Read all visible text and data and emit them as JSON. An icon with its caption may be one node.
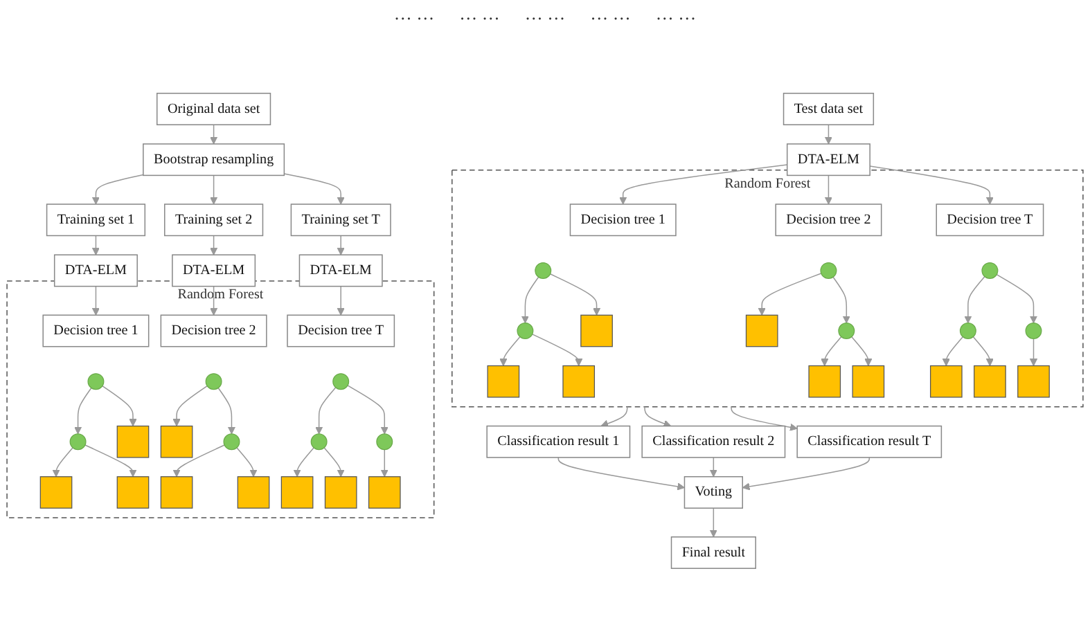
{
  "diagram": {
    "nodes": [
      {
        "text": [
          "Original data set"
        ]
      },
      {
        "text": [
          "Bootstrap resampling"
        ]
      },
      {
        "text": [
          "Training set 1"
        ]
      },
      {
        "text": [
          "Training set 2"
        ]
      },
      {
        "text": [
          "Training set T"
        ]
      },
      {
        "text": [
          "DTA-ELM"
        ]
      },
      {
        "text": [
          "DTA-ELM"
        ]
      },
      {
        "text": [
          "DTA-ELM"
        ]
      },
      {
        "text": [
          "Random Forest"
        ]
      },
      {
        "text": [
          "Decision tree 1"
        ],
        "in": 8
      },
      {
        "text": [
          "Decision tree 2"
        ],
        "in": 8
      },
      {
        "text": [
          "Decision tree T"
        ],
        "in": 8
      },
      {
        "text": [],
        "shape": "circle",
        "in": 8
      },
      {
        "text": [],
        "shape": "circle",
        "in": 8
      },
      {
        "text": [],
        "shape": "box",
        "in": 8
      },
      {
        "text": [],
        "shape": "box",
        "in": 8
      },
      {
        "text": [],
        "shape": "box",
        "in": 8
      },
      {
        "text": [],
        "shape": "circle",
        "in": 8
      },
      {
        "text": [],
        "shape": "box",
        "in": 8
      },
      {
        "text": [],
        "shape": "circle",
        "in": 8
      },
      {
        "text": [],
        "shape": "box",
        "in": 8
      },
      {
        "text": [],
        "shape": "box",
        "in": 8
      },
      {
        "text": [],
        "shape": "circle",
        "in": 8
      },
      {
        "text": [],
        "shape": "circle",
        "in": 8
      },
      {
        "text": [],
        "shape": "circle",
        "in": 8
      },
      {
        "text": [],
        "shape": "box",
        "in": 8
      },
      {
        "text": [],
        "shape": "box",
        "in": 8
      },
      {
        "text": [],
        "shape": "box",
        "in": 8
      },
      {
        "text": [
          "Test data set"
        ]
      },
      {
        "text": [
          "DTA-ELM"
        ]
      },
      {
        "text": [
          "Random Forest"
        ]
      },
      {
        "text": [
          "Decision tree 1"
        ],
        "in": 30
      },
      {
        "text": [
          "Decision tree 2"
        ],
        "in": 30
      },
      {
        "text": [
          "Decision tree T"
        ],
        "in": 30
      },
      {
        "text": [],
        "shape": "circle",
        "in": 30
      },
      {
        "text": [],
        "shape": "circle",
        "in": 30
      },
      {
        "text": [],
        "shape": "box",
        "in": 30
      },
      {
        "text": [],
        "shape": "box",
        "in": 30
      },
      {
        "text": [],
        "shape": "box",
        "in": 30
      },
      {
        "text": [],
        "shape": "circle",
        "in": 30
      },
      {
        "text": [],
        "shape": "box",
        "in": 30
      },
      {
        "text": [],
        "shape": "circle",
        "in": 30
      },
      {
        "text": [],
        "shape": "box",
        "in": 30
      },
      {
        "text": [],
        "shape": "box",
        "in": 30
      },
      {
        "text": [],
        "shape": "circle",
        "in": 30
      },
      {
        "text": [],
        "shape": "circle",
        "in": 30
      },
      {
        "text": [],
        "shape": "circle",
        "in": 30
      },
      {
        "text": [],
        "shape": "box",
        "in": 30
      },
      {
        "text": [],
        "shape": "box",
        "in": 30
      },
      {
        "text": [],
        "shape": "box",
        "in": 30
      },
      {
        "text": [
          "Classification result 1"
        ]
      },
      {
        "text": [
          "Classification result 2"
        ]
      },
      {
        "text": [
          "Classification result T"
        ]
      },
      {
        "text": [
          "Voting"
        ]
      },
      {
        "text": [
          "Final result"
        ]
      }
    ],
    "edges": [
      {
        "from": 0,
        "to": 1,
        "arrow": "to"
      },
      {
        "from": 1,
        "to": 2,
        "arrow": "to"
      },
      {
        "from": 1,
        "to": 3,
        "arrow": "to"
      },
      {
        "from": 1,
        "to": 4,
        "arrow": "to"
      },
      {
        "from": 2,
        "to": 5,
        "arrow": "to"
      },
      {
        "from": 3,
        "to": 6,
        "arrow": "to"
      },
      {
        "from": 4,
        "to": 7,
        "arrow": "to"
      },
      {
        "from": 5,
        "to": 9,
        "arrow": "to"
      },
      {
        "from": 6,
        "to": 10,
        "arrow": "to"
      },
      {
        "from": 7,
        "to": 11,
        "arrow": "to"
      },
      {
        "from": 12,
        "to": 13,
        "arrow": "to"
      },
      {
        "from": 12,
        "to": 14,
        "arrow": "to"
      },
      {
        "from": 13,
        "to": 15,
        "arrow": "to"
      },
      {
        "from": 13,
        "to": 16,
        "arrow": "to"
      },
      {
        "from": 17,
        "to": 18,
        "arrow": "to"
      },
      {
        "from": 17,
        "to": 19,
        "arrow": "to"
      },
      {
        "from": 19,
        "to": 20,
        "arrow": "to"
      },
      {
        "from": 19,
        "to": 21,
        "arrow": "to"
      },
      {
        "from": 22,
        "to": 23,
        "arrow": "to"
      },
      {
        "from": 22,
        "to": 24,
        "arrow": "to"
      },
      {
        "from": 23,
        "to": 25,
        "arrow": "to"
      },
      {
        "from": 23,
        "to": 26,
        "arrow": "to"
      },
      {
        "from": 24,
        "to": 27,
        "arrow": "to"
      },
      {
        "from": 28,
        "to": 29,
        "arrow": "to"
      },
      {
        "from": 29,
        "to": 31,
        "arrow": "to"
      },
      {
        "from": 29,
        "to": 32,
        "arrow": "to"
      },
      {
        "from": 29,
        "to": 33,
        "arrow": "to"
      },
      {
        "from": 34,
        "to": 35,
        "arrow": "to"
      },
      {
        "from": 34,
        "to": 36,
        "arrow": "to"
      },
      {
        "from": 35,
        "to": 37,
        "arrow": "to"
      },
      {
        "from": 35,
        "to": 38,
        "arrow": "to"
      },
      {
        "from": 39,
        "to": 40,
        "arrow": "to"
      },
      {
        "from": 39,
        "to": 41,
        "arrow": "to"
      },
      {
        "from": 41,
        "to": 42,
        "arrow": "to"
      },
      {
        "from": 41,
        "to": 43,
        "arrow": "to"
      },
      {
        "from": 44,
        "to": 45,
        "arrow": "to"
      },
      {
        "from": 44,
        "to": 46,
        "arrow": "to"
      },
      {
        "from": 45,
        "to": 47,
        "arrow": "to"
      },
      {
        "from": 45,
        "to": 48,
        "arrow": "to"
      },
      {
        "from": 46,
        "to": 49,
        "arrow": "to"
      },
      {
        "from": 30,
        "to": 50,
        "arrow": "to"
      },
      {
        "from": 30,
        "to": 51,
        "arrow": "to"
      },
      {
        "from": 30,
        "to": 52,
        "arrow": "to"
      },
      {
        "from": 50,
        "to": 53,
        "arrow": "to"
      },
      {
        "from": 51,
        "to": 53,
        "arrow": "to"
      },
      {
        "from": 52,
        "to": 53,
        "arrow": "to"
      },
      {
        "from": 53,
        "to": 54,
        "arrow": "to"
      }
    ],
    "labels": [
      "… …",
      "… …",
      "… …",
      "… …",
      "… …"
    ]
  }
}
